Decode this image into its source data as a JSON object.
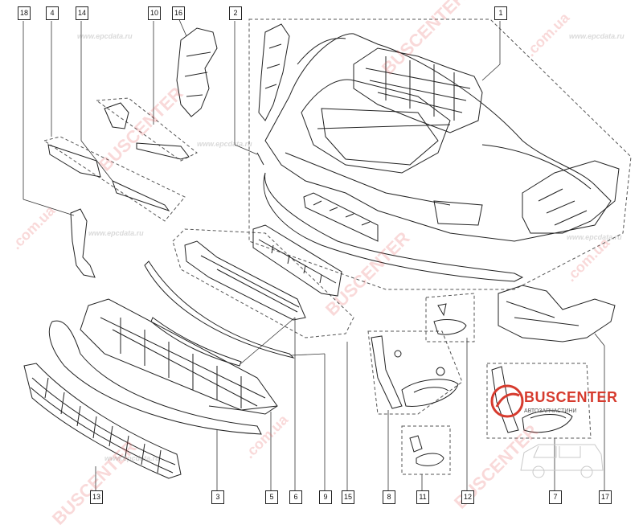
{
  "callouts": [
    {
      "id": "18",
      "name": "callout-18"
    },
    {
      "id": "4",
      "name": "callout-4"
    },
    {
      "id": "14",
      "name": "callout-14"
    },
    {
      "id": "10",
      "name": "callout-10"
    },
    {
      "id": "16",
      "name": "callout-16"
    },
    {
      "id": "2",
      "name": "callout-2"
    },
    {
      "id": "1",
      "name": "callout-1"
    },
    {
      "id": "13",
      "name": "callout-13"
    },
    {
      "id": "3",
      "name": "callout-3"
    },
    {
      "id": "5",
      "name": "callout-5"
    },
    {
      "id": "6",
      "name": "callout-6"
    },
    {
      "id": "9",
      "name": "callout-9"
    },
    {
      "id": "15",
      "name": "callout-15"
    },
    {
      "id": "8",
      "name": "callout-8"
    },
    {
      "id": "11",
      "name": "callout-11"
    },
    {
      "id": "12",
      "name": "callout-12"
    },
    {
      "id": "7",
      "name": "callout-7"
    },
    {
      "id": "17",
      "name": "callout-17"
    }
  ],
  "watermarks": {
    "brand": "BUSCENTER",
    "domain": ".com.ua",
    "site": "www.epcdata.ru"
  },
  "logo": {
    "name": "BUSCENTER",
    "tagline": "АВТОЗАПЧАСТИНИ",
    "brand_color": "#d63b2e"
  },
  "colors": {
    "line": "#222222",
    "watermark_red": "#e45050"
  }
}
